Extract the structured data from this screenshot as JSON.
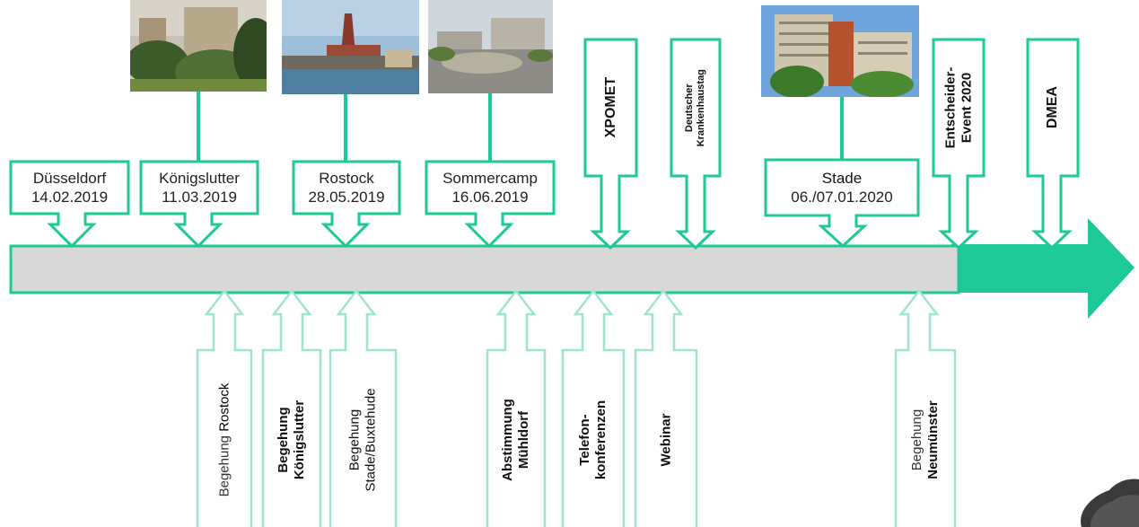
{
  "colors": {
    "accent": "#1dc996",
    "accent_light": "#9fe5cc",
    "bar_grey": "#d8d8d8",
    "ink": "#222222"
  },
  "top_events": [
    {
      "name": "Düsseldorf",
      "date": "14.02.2019"
    },
    {
      "name": "Königslutter",
      "date": "11.03.2019",
      "photo": "hospital-park-photo"
    },
    {
      "name": "Rostock",
      "date": "28.05.2019",
      "photo": "rostock-harbor-photo"
    },
    {
      "name": "Sommercamp",
      "date": "16.06.2019",
      "photo": "campus-square-photo"
    },
    {
      "name": "XPOMET"
    },
    {
      "name_line1": "Deutscher",
      "name_line2": "Krankenhaustag"
    },
    {
      "name": "Stade",
      "date": "06./07.01.2020",
      "photo": "hospital-building-photo"
    },
    {
      "name_line1": "Entscheider-",
      "name_line2": "Event 2020"
    },
    {
      "name": "DMEA"
    }
  ],
  "bottom_events": [
    {
      "prefix": "Begehung",
      "name": "Rostock"
    },
    {
      "line1": "Begehung",
      "line2": "Königslutter"
    },
    {
      "line1": "Begehung",
      "line2": "Stade/Buxtehude"
    },
    {
      "line1": "Abstimmung",
      "line2": "Mühldorf"
    },
    {
      "line1": "Telefon-",
      "line2": "konferenzen"
    },
    {
      "line1": "Webinar"
    },
    {
      "line1": "Begehung",
      "line2": "Neumünster"
    }
  ]
}
